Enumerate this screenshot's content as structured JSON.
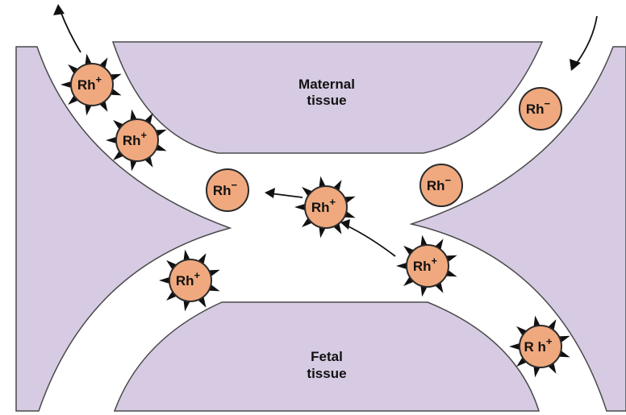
{
  "labels": {
    "maternal_line1": "Maternal",
    "maternal_line2": "tissue",
    "fetal_line1": "Fetal",
    "fetal_line2": "tissue"
  },
  "cells": {
    "c1": {
      "base": "Rh",
      "sign": "+",
      "type": "positive"
    },
    "c2": {
      "base": "Rh",
      "sign": "+",
      "type": "positive"
    },
    "c3": {
      "base": "Rh",
      "sign": "−",
      "type": "negative"
    },
    "c4": {
      "base": "Rh",
      "sign": "+",
      "type": "positive"
    },
    "c5": {
      "base": "Rh",
      "sign": "−",
      "type": "negative"
    },
    "c6": {
      "base": "Rh",
      "sign": "−",
      "type": "negative"
    },
    "c7": {
      "base": "Rh",
      "sign": "+",
      "type": "positive"
    },
    "c8": {
      "base": "Rh",
      "sign": "+",
      "type": "positive"
    },
    "c9": {
      "base": "R h",
      "sign": "+",
      "type": "positive"
    }
  },
  "colors": {
    "tissue": "#d6cbe3",
    "cell": "#f0a97f",
    "spike": "#111111"
  }
}
